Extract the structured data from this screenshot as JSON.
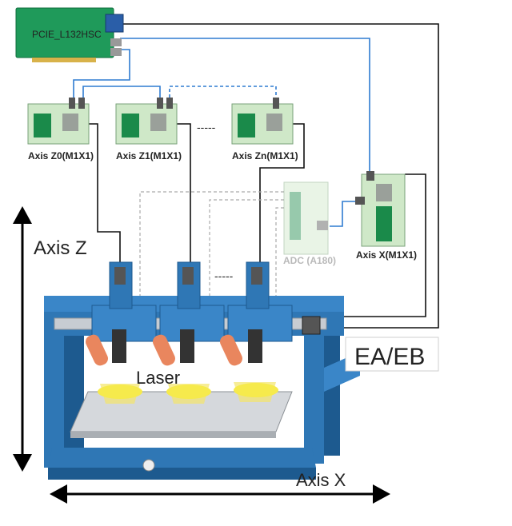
{
  "card_label": "PCIE_L132HSC",
  "modules": {
    "z0": "Axis Z0(M1X1)",
    "z1": "Axis Z1(M1X1)",
    "zn": "Axis Zn(M1X1)",
    "adc": "ADC (A180)",
    "x": "Axis X(M1X1)",
    "ellipsis": "-----"
  },
  "axis_z_label": "Axis Z",
  "axis_x_label": "Axis X",
  "laser_label": "Laser",
  "model_label": "EA/EB",
  "colors": {
    "board_green": "#1f9a5a",
    "module_green": "#cfe8c8",
    "machine_blue": "#2f77b5",
    "machine_dark": "#1d5a8f",
    "cable_blue": "#2e7bd1",
    "cable_black": "#111111",
    "laser_orange": "#e9865e",
    "beam_yellow": "#f3e66a"
  }
}
